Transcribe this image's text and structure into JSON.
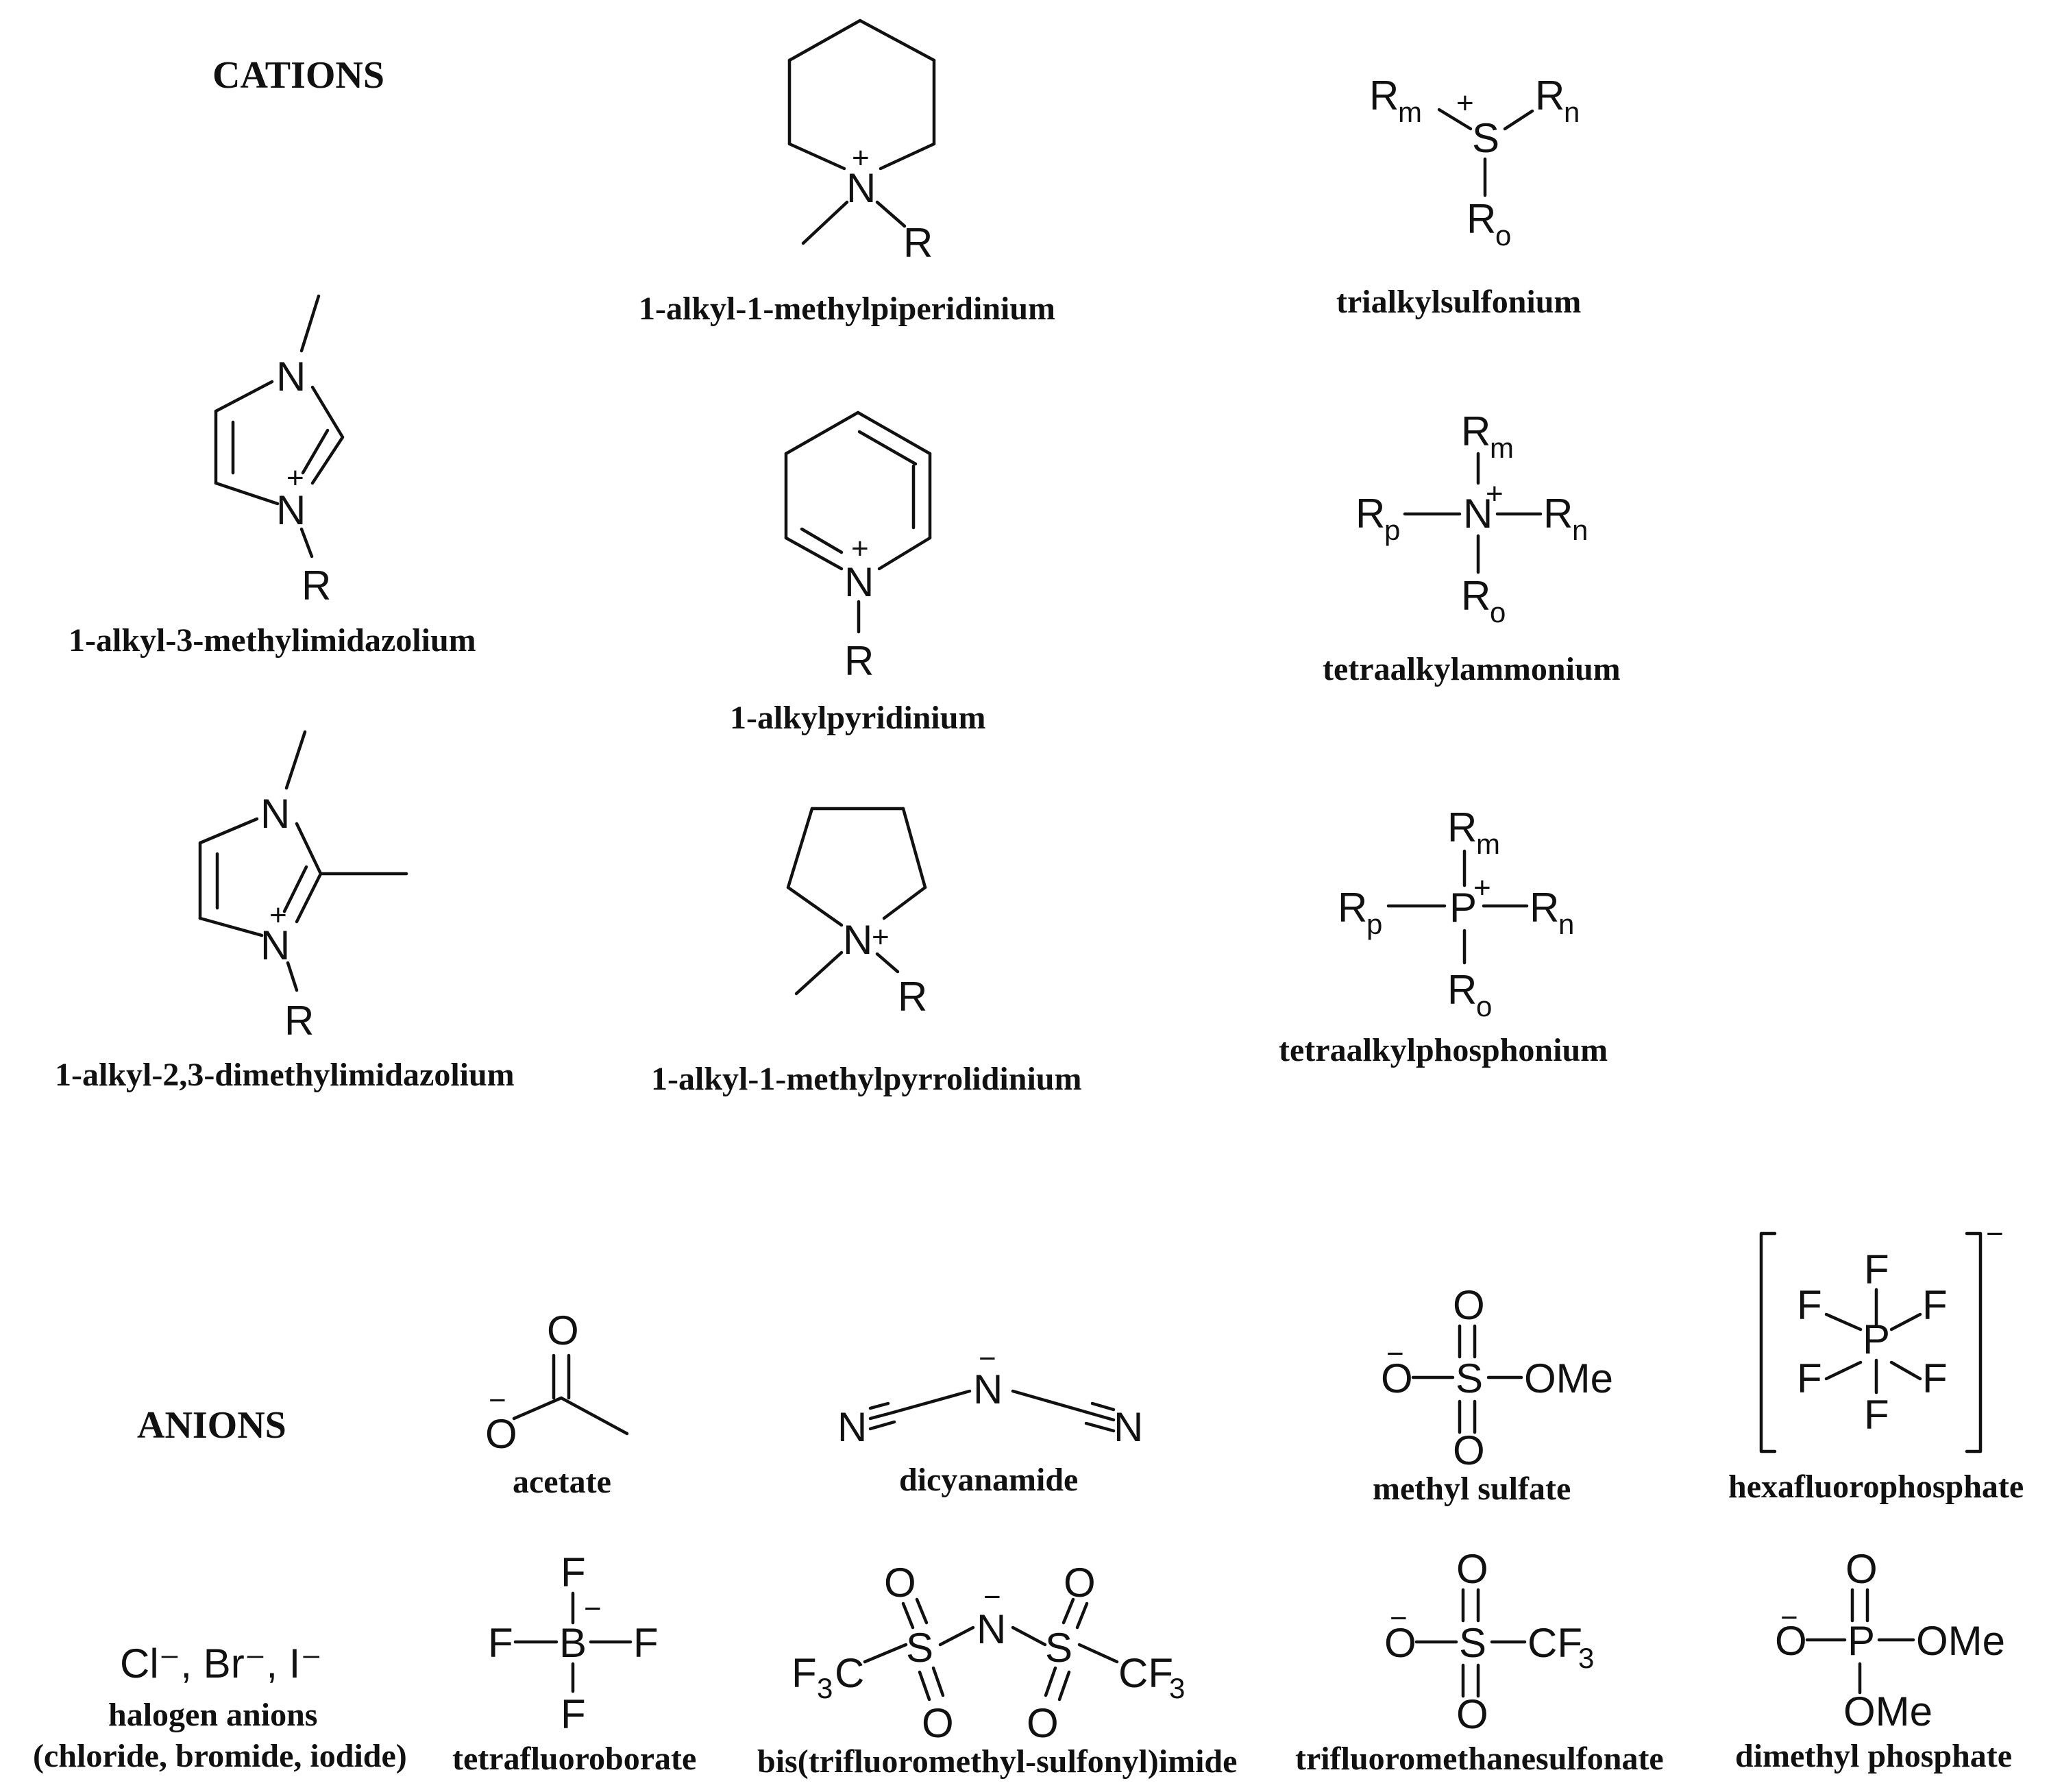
{
  "headers": {
    "cations": "CATIONS",
    "anions": "ANIONS"
  },
  "cations": {
    "piperidinium": "1-alkyl-1-methylpiperidinium",
    "sulfonium": "trialkylsulfonium",
    "imidazolium": "1-alkyl-3-methylimidazolium",
    "pyridinium": "1-alkylpyridinium",
    "ammonium": "tetraalkylammonium",
    "dimethylimidazolium": "1-alkyl-2,3-dimethylimidazolium",
    "pyrrolidinium": "1-alkyl-1-methylpyrrolidinium",
    "phosphonium": "tetraalkylphosphonium"
  },
  "anions": {
    "acetate": "acetate",
    "dicyanamide": "dicyanamide",
    "methyl_sulfate": "methyl sulfate",
    "hexafluorophosphate": "hexafluorophosphate",
    "halogen_formula": "Cl⁻, Br⁻, I⁻",
    "halogen": "halogen anions",
    "halogen_detail": "(chloride, bromide, iodide)",
    "tetrafluoroborate": "tetrafluoroborate",
    "bistriflimide": "bis(trifluoromethyl-sulfonyl)imide",
    "triflate": "trifluoromethanesulfonate",
    "dimethyl_phosphate": "dimethyl phosphate"
  },
  "atoms": {
    "N": "N",
    "R": "R",
    "S": "S",
    "P": "P",
    "O": "O",
    "F": "F",
    "B": "B",
    "OMe": "OMe",
    "CF3": "CF",
    "F3C_F": "F",
    "F3C_C": "C",
    "three": "3",
    "plus": "+",
    "minus": "−",
    "m": "m",
    "n": "n",
    "o": "o",
    "p": "p"
  }
}
